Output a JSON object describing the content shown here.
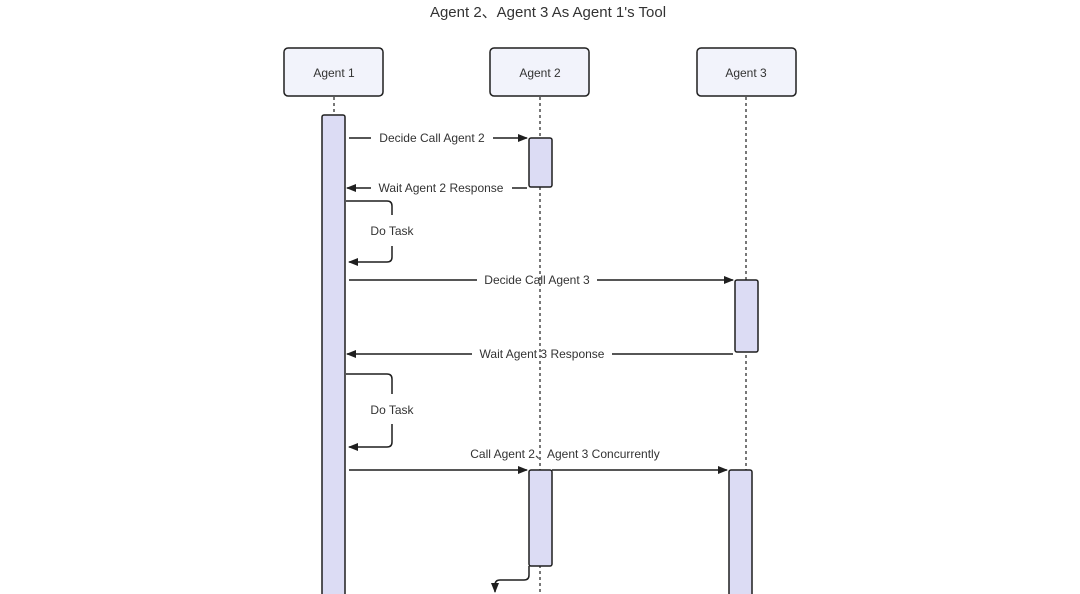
{
  "diagram": {
    "title": "Agent 2、Agent 3 As Agent 1's Tool",
    "participants": [
      {
        "label": "Agent 1"
      },
      {
        "label": "Agent 2"
      },
      {
        "label": "Agent 3"
      }
    ],
    "messages": [
      {
        "label": "Decide Call Agent 2"
      },
      {
        "label": "Wait Agent 2 Response"
      },
      {
        "label": "Do Task"
      },
      {
        "label": "Decide Call Agent 3"
      },
      {
        "label": "Wait Agent 3 Response"
      },
      {
        "label": "Do Task"
      },
      {
        "label": "Call Agent 2、Agent 3  Concurrently"
      }
    ],
    "colors": {
      "participant_fill": "#f2f3fb",
      "activation_fill": "#dcdcf4",
      "stroke": "#1f1f1f",
      "text": "#333333"
    }
  }
}
